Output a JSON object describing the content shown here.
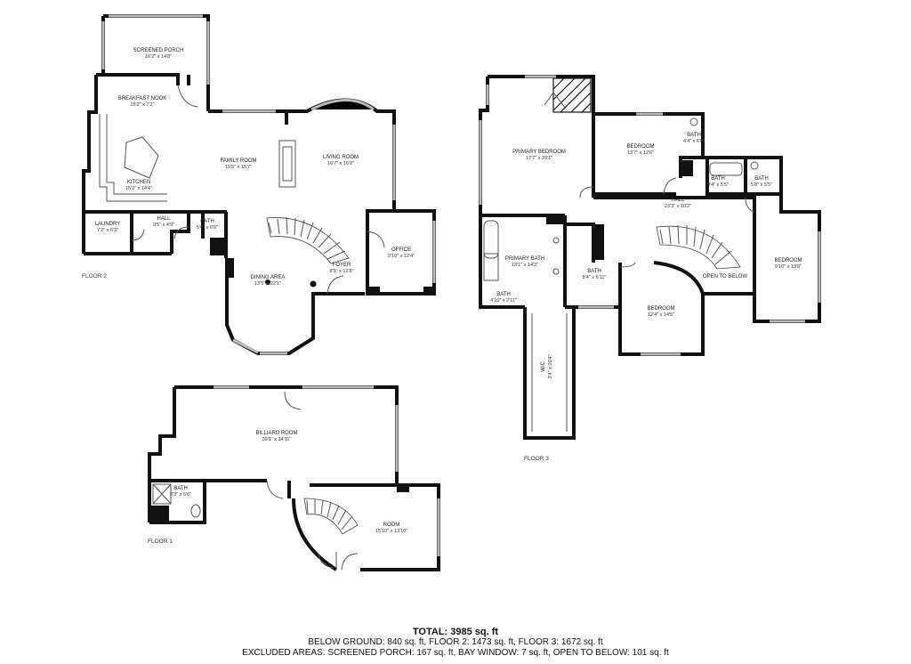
{
  "floors": {
    "floor1": {
      "label": "FLOOR 1",
      "rooms": [
        {
          "name": "BILLIARD ROOM",
          "dims": "39'1\" x 14'11\""
        },
        {
          "name": "ROOM",
          "dims": "15'10\" x 13'10\""
        },
        {
          "name": "BATH",
          "dims": "8'3\" x 5'6\""
        }
      ]
    },
    "floor2": {
      "label": "FLOOR 2",
      "rooms": [
        {
          "name": "SCREENED PORCH",
          "dims": "16'2\" x 14'8\""
        },
        {
          "name": "BREAKFAST NOOK",
          "dims": "15'2\" x 7'2\""
        },
        {
          "name": "FAMILY ROOM",
          "dims": "15'5\" x 15'7\""
        },
        {
          "name": "LIVING ROOM",
          "dims": "16'7\" x 16'9\""
        },
        {
          "name": "KITCHEN",
          "dims": "15'2\" x 14'4\""
        },
        {
          "name": "LAUNDRY",
          "dims": "7'2\" x 6'3\""
        },
        {
          "name": "HALL",
          "dims": "9'5\" x 4'9\""
        },
        {
          "name": "BATH",
          "dims": "5'0\" x 6'6\""
        },
        {
          "name": "OFFICE",
          "dims": "9'10\" x 12'4\""
        },
        {
          "name": "FOYER",
          "dims": "8'9\" x 12'8\""
        },
        {
          "name": "DINING AREA",
          "dims": "13'5\" x 22'1\""
        }
      ]
    },
    "floor3": {
      "label": "FLOOR 3",
      "rooms": [
        {
          "name": "PRIMARY BEDROOM",
          "dims": "17'7\" x 23'1\""
        },
        {
          "name": "BEDROOM",
          "dims": "13'7\" x 12'6\""
        },
        {
          "name": "BATH",
          "dims": "4'4\" x 6'8\""
        },
        {
          "name": "BATH",
          "dims": "9'4\" x 5'5\""
        },
        {
          "name": "BATH",
          "dims": "5'8\" x 5'5\""
        },
        {
          "name": "HALL",
          "dims": "23'3\" x 10'2\""
        },
        {
          "name": "PRIMARY BATH",
          "dims": "13'1\" x 14'3\""
        },
        {
          "name": "BATH",
          "dims": "4'10\" x 2'11\""
        },
        {
          "name": "BATH",
          "dims": "8'4\" x 6'11\""
        },
        {
          "name": "OPEN TO BELOW",
          "dims": ""
        },
        {
          "name": "BEDROOM",
          "dims": "9'10\" x 19'8\""
        },
        {
          "name": "BEDROOM",
          "dims": "12'4\" x 14'5\""
        },
        {
          "name": "W/C",
          "dims": "3'4\" x 20'4\""
        }
      ]
    }
  },
  "summary": {
    "total": "TOTAL: 3985 sq. ft",
    "line2": "BELOW GROUND: 840 sq. ft, FLOOR 2: 1473 sq. ft, FLOOR 3: 1672 sq. ft",
    "line3": "EXCLUDED AREAS: SCREENED PORCH: 167 sq. ft, BAY WINDOW: 7 sq. ft, OPEN TO BELOW: 101 sq. ft"
  }
}
